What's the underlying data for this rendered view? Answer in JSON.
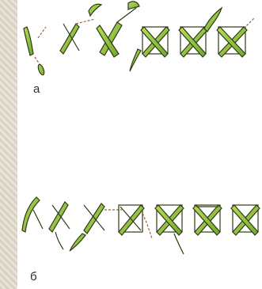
{
  "figure": {
    "row_a": {
      "label": "а",
      "stitch_count": 6
    },
    "row_b": {
      "label": "б",
      "stitch_count": 7
    },
    "colors": {
      "thread_fill": "#8bc34a",
      "thread_light": "#b8dc5a",
      "outline": "#2f3a14",
      "guide_dash": "#a06040"
    }
  }
}
